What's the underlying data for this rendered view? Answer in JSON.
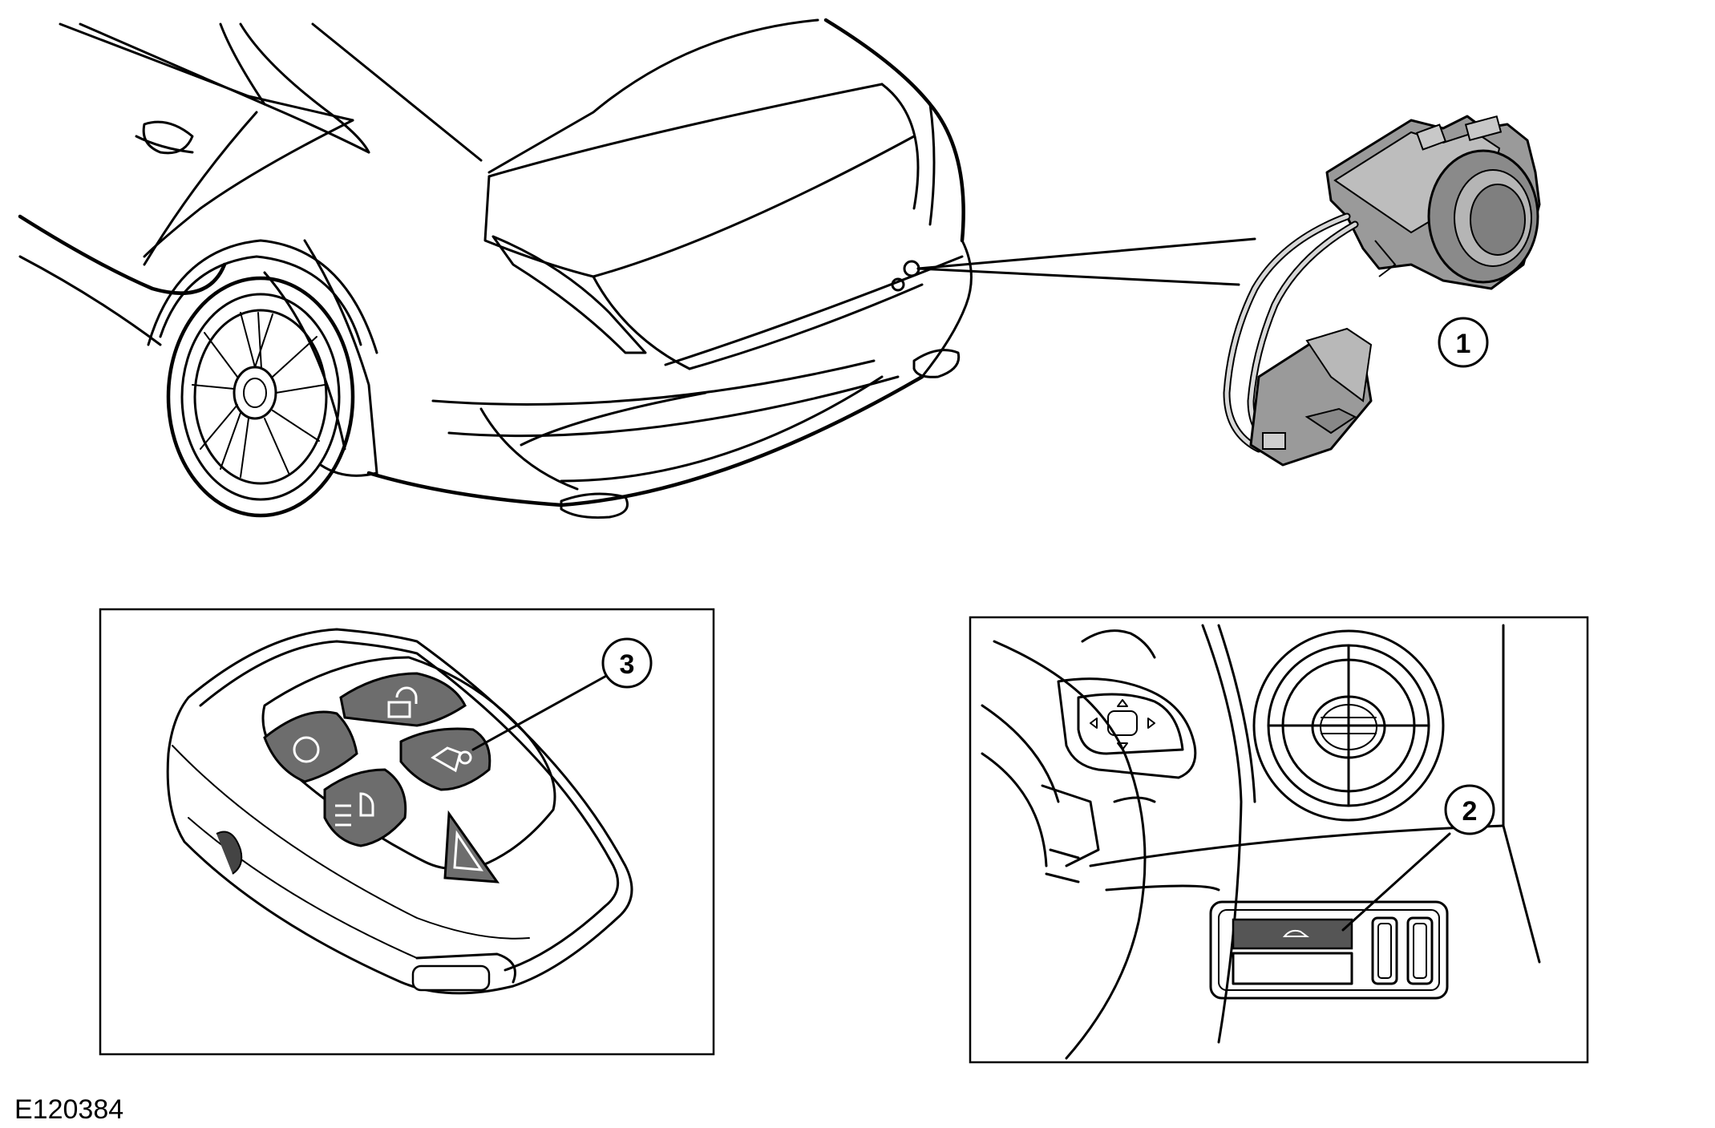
{
  "figure_ref": "E120384",
  "callouts": [
    {
      "id": "1",
      "label": "1"
    },
    {
      "id": "2",
      "label": "2"
    },
    {
      "id": "3",
      "label": "3"
    }
  ],
  "colors": {
    "line": "#000000",
    "background": "#ffffff",
    "component_shade": "#9a9a9a",
    "button_shade": "#6d6d6d",
    "switch_shade": "#555555"
  }
}
